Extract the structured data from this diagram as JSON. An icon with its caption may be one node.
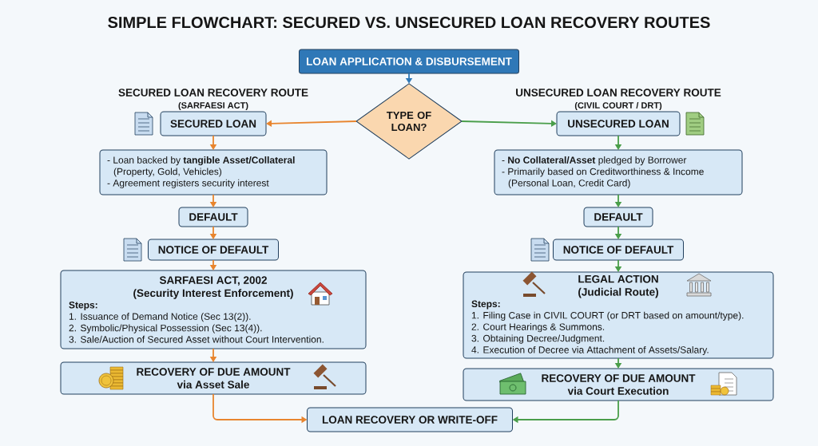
{
  "diagram": {
    "title": "SIMPLE FLOWCHART: SECURED VS. UNSECURED LOAN RECOVERY ROUTES",
    "nodes": [
      {
        "text": [
          "LOAN APPLICATION & DISBURSEMENT"
        ]
      },
      {
        "text": [
          "TYPE OF LOAN?"
        ]
      },
      {
        "text": [
          "SECURED LOAN"
        ]
      },
      {
        "text": [
          "- Loan backed by **tangible Asset/Collateral** (Property, Gold, Vehicles)",
          "- Agreement registers security interest"
        ]
      },
      {
        "text": [
          "DEFAULT"
        ]
      },
      {
        "text": [
          "NOTICE OF DEFAULT"
        ]
      },
      {
        "text": [
          "SARFAESI ACT, 2002",
          "(Security Interest Enforcement)",
          "Steps:",
          "1. Issuance of Demand Notice (Sec 13(2)).",
          "2. Symbolic/Physical Possession (Sec 13(4)).",
          "3. Sale/Auction of Secured Asset without Court Intervention."
        ]
      },
      {
        "text": [
          "RECOVERY OF DUE AMOUNT",
          "via Asset Sale"
        ]
      },
      {
        "text": [
          "UNSECURED LOAN"
        ]
      },
      {
        "text": [
          "- **No Collateral/Asset** pledged by Borrower",
          "- Primarily based on Creditworthiness & Income (Personal Loan, Credit Card)"
        ]
      },
      {
        "text": [
          "DEFAULT"
        ]
      },
      {
        "text": [
          "NOTICE OF DEFAULT"
        ]
      },
      {
        "text": [
          "LEGAL ACTION",
          "(Judicial Route)",
          "Steps:",
          "1. Filing Case in CIVIL COURT (or DRT based on amount/type).",
          "2. Court Hearings & Summons.",
          "3. Obtaining Decree/Judgment.",
          "4. Execution of Decree via Attachment of Assets/Salary."
        ]
      },
      {
        "text": [
          "RECOVERY OF DUE AMOUNT",
          "via Court Execution"
        ]
      },
      {
        "text": [
          "LOAN RECOVERY OR WRITE-OFF"
        ]
      }
    ],
    "edges": [
      {
        "from": 0,
        "to": 1,
        "arrow": "to",
        "color": "#2f78b7"
      },
      {
        "from": 1,
        "to": 2,
        "arrow": "to",
        "color": "#e8852e"
      },
      {
        "from": 2,
        "to": 3,
        "arrow": "to",
        "color": "#e8852e"
      },
      {
        "from": 3,
        "to": 4,
        "arrow": "to",
        "color": "#e8852e"
      },
      {
        "from": 4,
        "to": 5,
        "arrow": "to",
        "color": "#e8852e"
      },
      {
        "from": 5,
        "to": 6,
        "arrow": "to",
        "color": "#e8852e"
      },
      {
        "from": 6,
        "to": 7,
        "arrow": "to",
        "color": "#e8852e"
      },
      {
        "from": 7,
        "to": 14,
        "arrow": "to",
        "color": "#e8852e"
      },
      {
        "from": 1,
        "to": 8,
        "arrow": "to",
        "color": "#4a9e4a"
      },
      {
        "from": 8,
        "to": 9,
        "arrow": "to",
        "color": "#4a9e4a"
      },
      {
        "from": 9,
        "to": 10,
        "arrow": "to",
        "color": "#4a9e4a"
      },
      {
        "from": 10,
        "to": 11,
        "arrow": "to",
        "color": "#4a9e4a"
      },
      {
        "from": 11,
        "to": 12,
        "arrow": "to",
        "color": "#4a9e4a"
      },
      {
        "from": 12,
        "to": 13,
        "arrow": "to",
        "color": "#4a9e4a"
      },
      {
        "from": 13,
        "to": 14,
        "arrow": "to",
        "color": "#4a9e4a"
      }
    ],
    "labels": [
      "SECURED LOAN RECOVERY ROUTE",
      "(SARFAESI ACT)",
      "UNSECURED LOAN RECOVERY ROUTE",
      "(CIVIL COURT / DRT)"
    ]
  }
}
